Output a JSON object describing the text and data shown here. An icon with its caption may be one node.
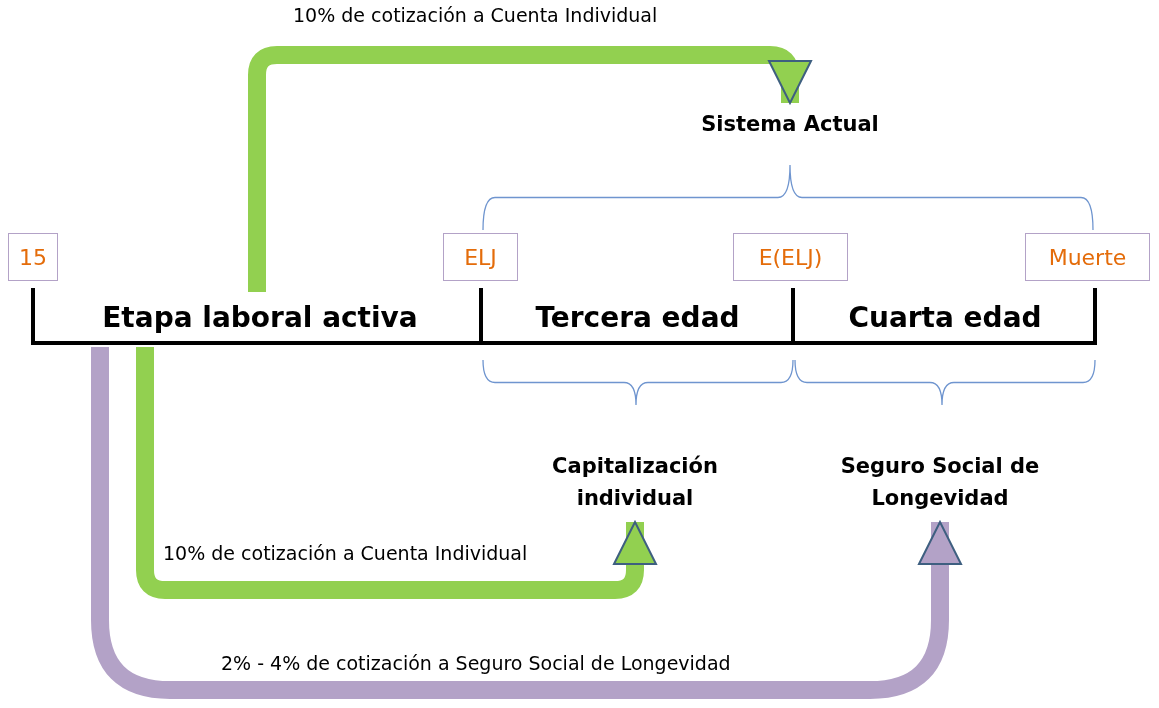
{
  "diagram": {
    "nodes": [
      {
        "text": [
          "15"
        ]
      },
      {
        "text": [
          "ELJ"
        ]
      },
      {
        "text": [
          "E(ELJ)"
        ]
      },
      {
        "text": [
          "Muerte"
        ]
      },
      {
        "text": [
          "Etapa laboral activa"
        ]
      },
      {
        "text": [
          "Tercera edad"
        ]
      },
      {
        "text": [
          "Cuarta edad"
        ]
      },
      {
        "text": [
          "Sistema Actual"
        ]
      },
      {
        "text": [
          "Capitalización individual"
        ]
      },
      {
        "text": [
          "Seguro Social de Longevidad"
        ]
      }
    ],
    "edges": [
      {
        "from": 4,
        "to": 7,
        "arrow": "to",
        "label": "10% de cotización a Cuenta Individual"
      },
      {
        "from": 4,
        "to": 8,
        "arrow": "to",
        "label": "10% de cotización a Cuenta Individual"
      },
      {
        "from": 4,
        "to": 9,
        "arrow": "to",
        "label": "2% - 4% de cotización a Seguro Social de Longevidad",
        "color": "#b3a2c7"
      }
    ]
  }
}
